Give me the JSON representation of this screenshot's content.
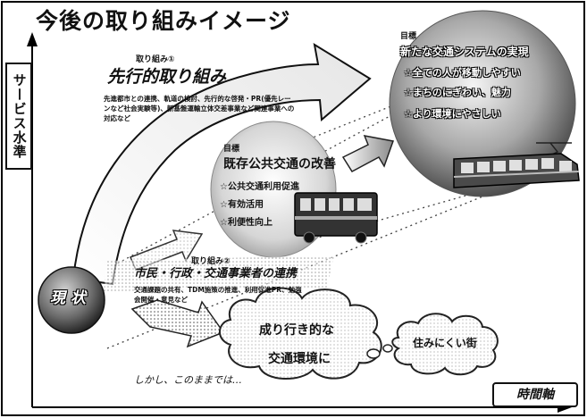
{
  "title": "今後の取り組みイメージ",
  "axes": {
    "y_label": "サービス水準",
    "x_label": "時間軸"
  },
  "initiative1": {
    "tag": "取り組み①",
    "title": "先行的取り組み",
    "desc": "先進都市との連携、軌道の検討、先行的な啓発・PR(優先レーンなど社会実験等)、新基盤運輸立体交差事業など関連事業への対応など"
  },
  "initiative2": {
    "tag": "取り組み②",
    "title": "市民・行政・交通事業者の連携",
    "desc": "交通課題の共有、TDM施策の推進、利用促進PR、勉強会開催・意見など"
  },
  "goal2": {
    "tag": "目標",
    "title": "既存公共交通の改善",
    "items": [
      "☆公共交通利用促進",
      "☆有効活用",
      "☆利便性向上"
    ]
  },
  "goal3": {
    "tag": "目標",
    "title": "新たな交通システムの実現",
    "items": [
      "☆全ての人が移動しやすい",
      "☆まちのにぎわい、魅力",
      "☆より環境にやさしい"
    ]
  },
  "now_label": "現状",
  "warning": "しかし、このままでは…",
  "cloud1": [
    "成り行き的な",
    "交通環境に"
  ],
  "cloud2": "住みにくい街"
}
